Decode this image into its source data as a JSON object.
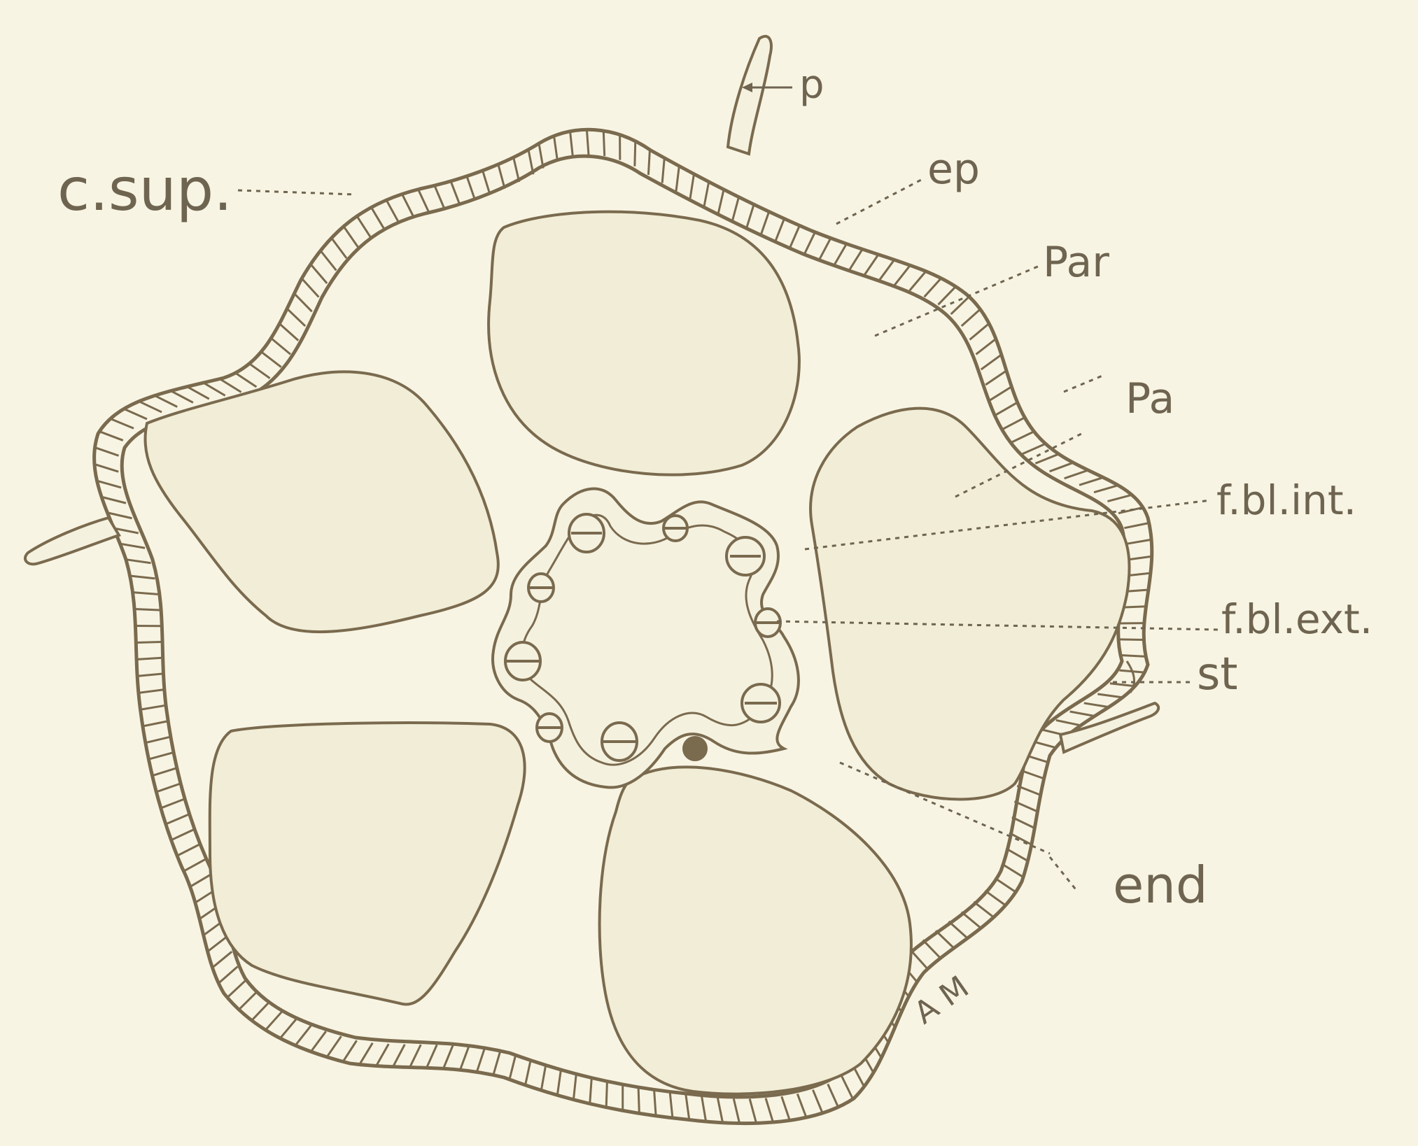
{
  "labels": {
    "p": "p",
    "ep": "ep",
    "c_sup": "c.sup.",
    "par": "Par",
    "pa": "Pa",
    "fbl_int": "f.bl.int.",
    "fbl_ext": "f.bl.ext.",
    "st": "st",
    "end": "end",
    "am": "A M"
  },
  "colors": {
    "background": "#f7f4e3",
    "outline": "#7a6a4e",
    "cavity_fill": "#f1edd7",
    "label": "#6e6450"
  }
}
